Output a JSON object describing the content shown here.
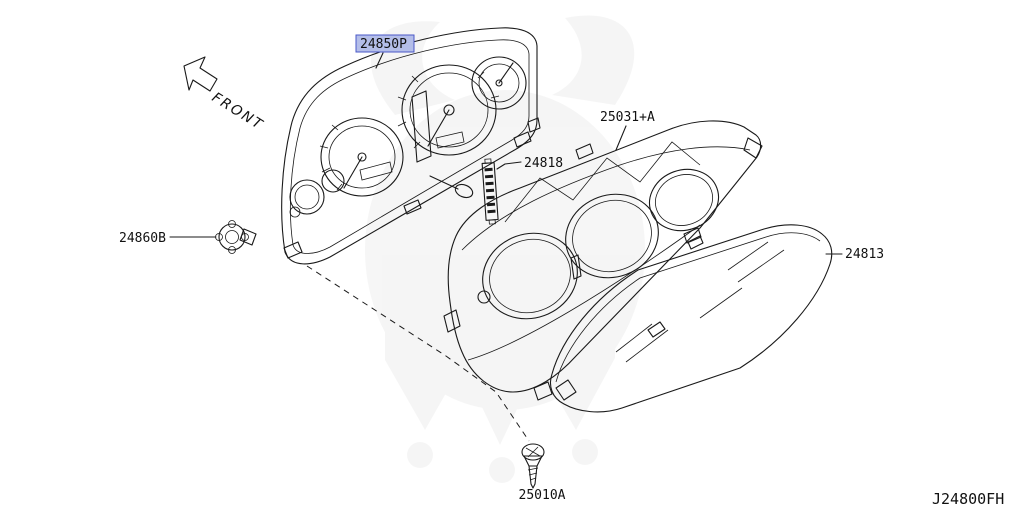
{
  "page": {
    "diagram_code": "J24800FH"
  },
  "labels": {
    "front_arrow": "FRONT",
    "part_cluster": "24850P",
    "part_clip": "24860B",
    "part_bulb": "24818",
    "part_housing": "25031+A",
    "part_lens": "24813",
    "part_screw": "25010A"
  },
  "colors": {
    "line": "#1a1a1a",
    "highlight_fill": "#b4bee9",
    "highlight_border": "#4a58c8",
    "watermark": "#ededed"
  }
}
